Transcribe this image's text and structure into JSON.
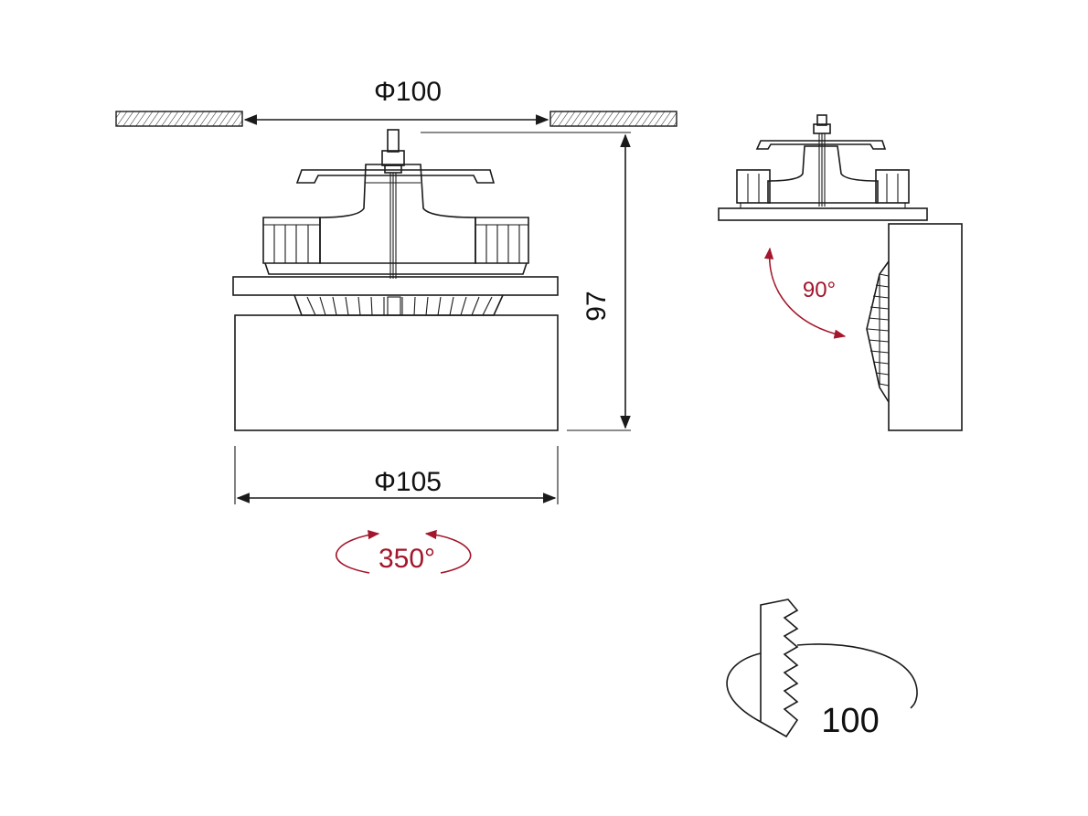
{
  "labels": {
    "ceiling_cutout": "Φ100",
    "body_diameter": "Φ105",
    "height": "97",
    "rotation_horizontal": "350°",
    "rotation_tilt": "90°",
    "ceiling_thickness": "100"
  },
  "colors": {
    "line": "#1a1a1a",
    "accent": "#a3162b"
  },
  "icons": {
    "horizontal_rotation": "rotate-arrows-icon",
    "tilt_rotation": "arc-arrow-icon",
    "ceiling_break": "zigzag-break-icon"
  }
}
